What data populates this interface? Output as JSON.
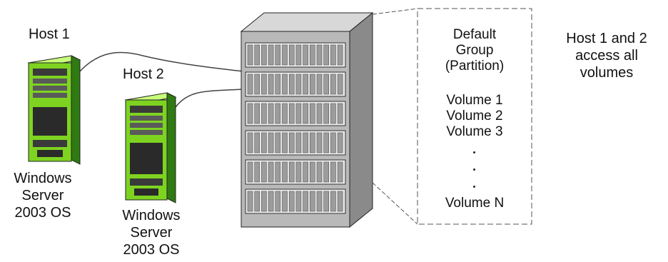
{
  "hosts": [
    {
      "label": "Host 1",
      "os_lines": [
        "Windows",
        "Server",
        "2003 OS"
      ]
    },
    {
      "label": "Host 2",
      "os_lines": [
        "Windows",
        "Server",
        "2003 OS"
      ]
    }
  ],
  "partition": {
    "title_lines": [
      "Default",
      "Group",
      "(Partition)"
    ],
    "volumes": [
      "Volume 1",
      "Volume 2",
      "Volume 3"
    ],
    "last_volume": "Volume N"
  },
  "note_lines": [
    "Host 1 and 2",
    "access all",
    "volumes"
  ],
  "colors": {
    "server_green": "#7ed321",
    "server_dark": "#3a3a3a",
    "storage_gray": "#b9b9b9",
    "line": "#444444"
  }
}
